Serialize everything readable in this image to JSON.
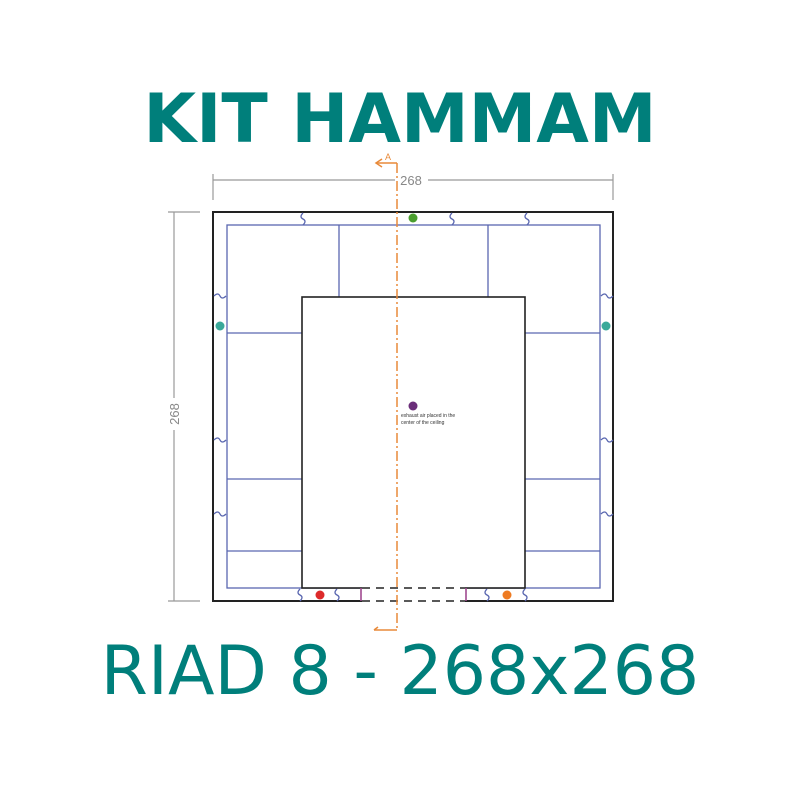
{
  "title": "KIT HAMMAM",
  "subtitle": "RIAD 8 - 268x268",
  "plan": {
    "width_dimension": "268",
    "depth_dimension": "268",
    "section_label": "A",
    "note_line1": "exhaust air placed in the",
    "note_line2": "center of the ceiling"
  },
  "colors": {
    "brand": "#007f7b",
    "wall": "#222222",
    "panel_lines": "#5a67b0",
    "section_line": "#e88a3a",
    "dimension": "#999999",
    "dot_green": "#4a9e2e",
    "dot_teal": "#3aa99a",
    "dot_purple": "#6b2f7a",
    "dot_red": "#dd2a2a",
    "dot_orange": "#ee7b22"
  }
}
